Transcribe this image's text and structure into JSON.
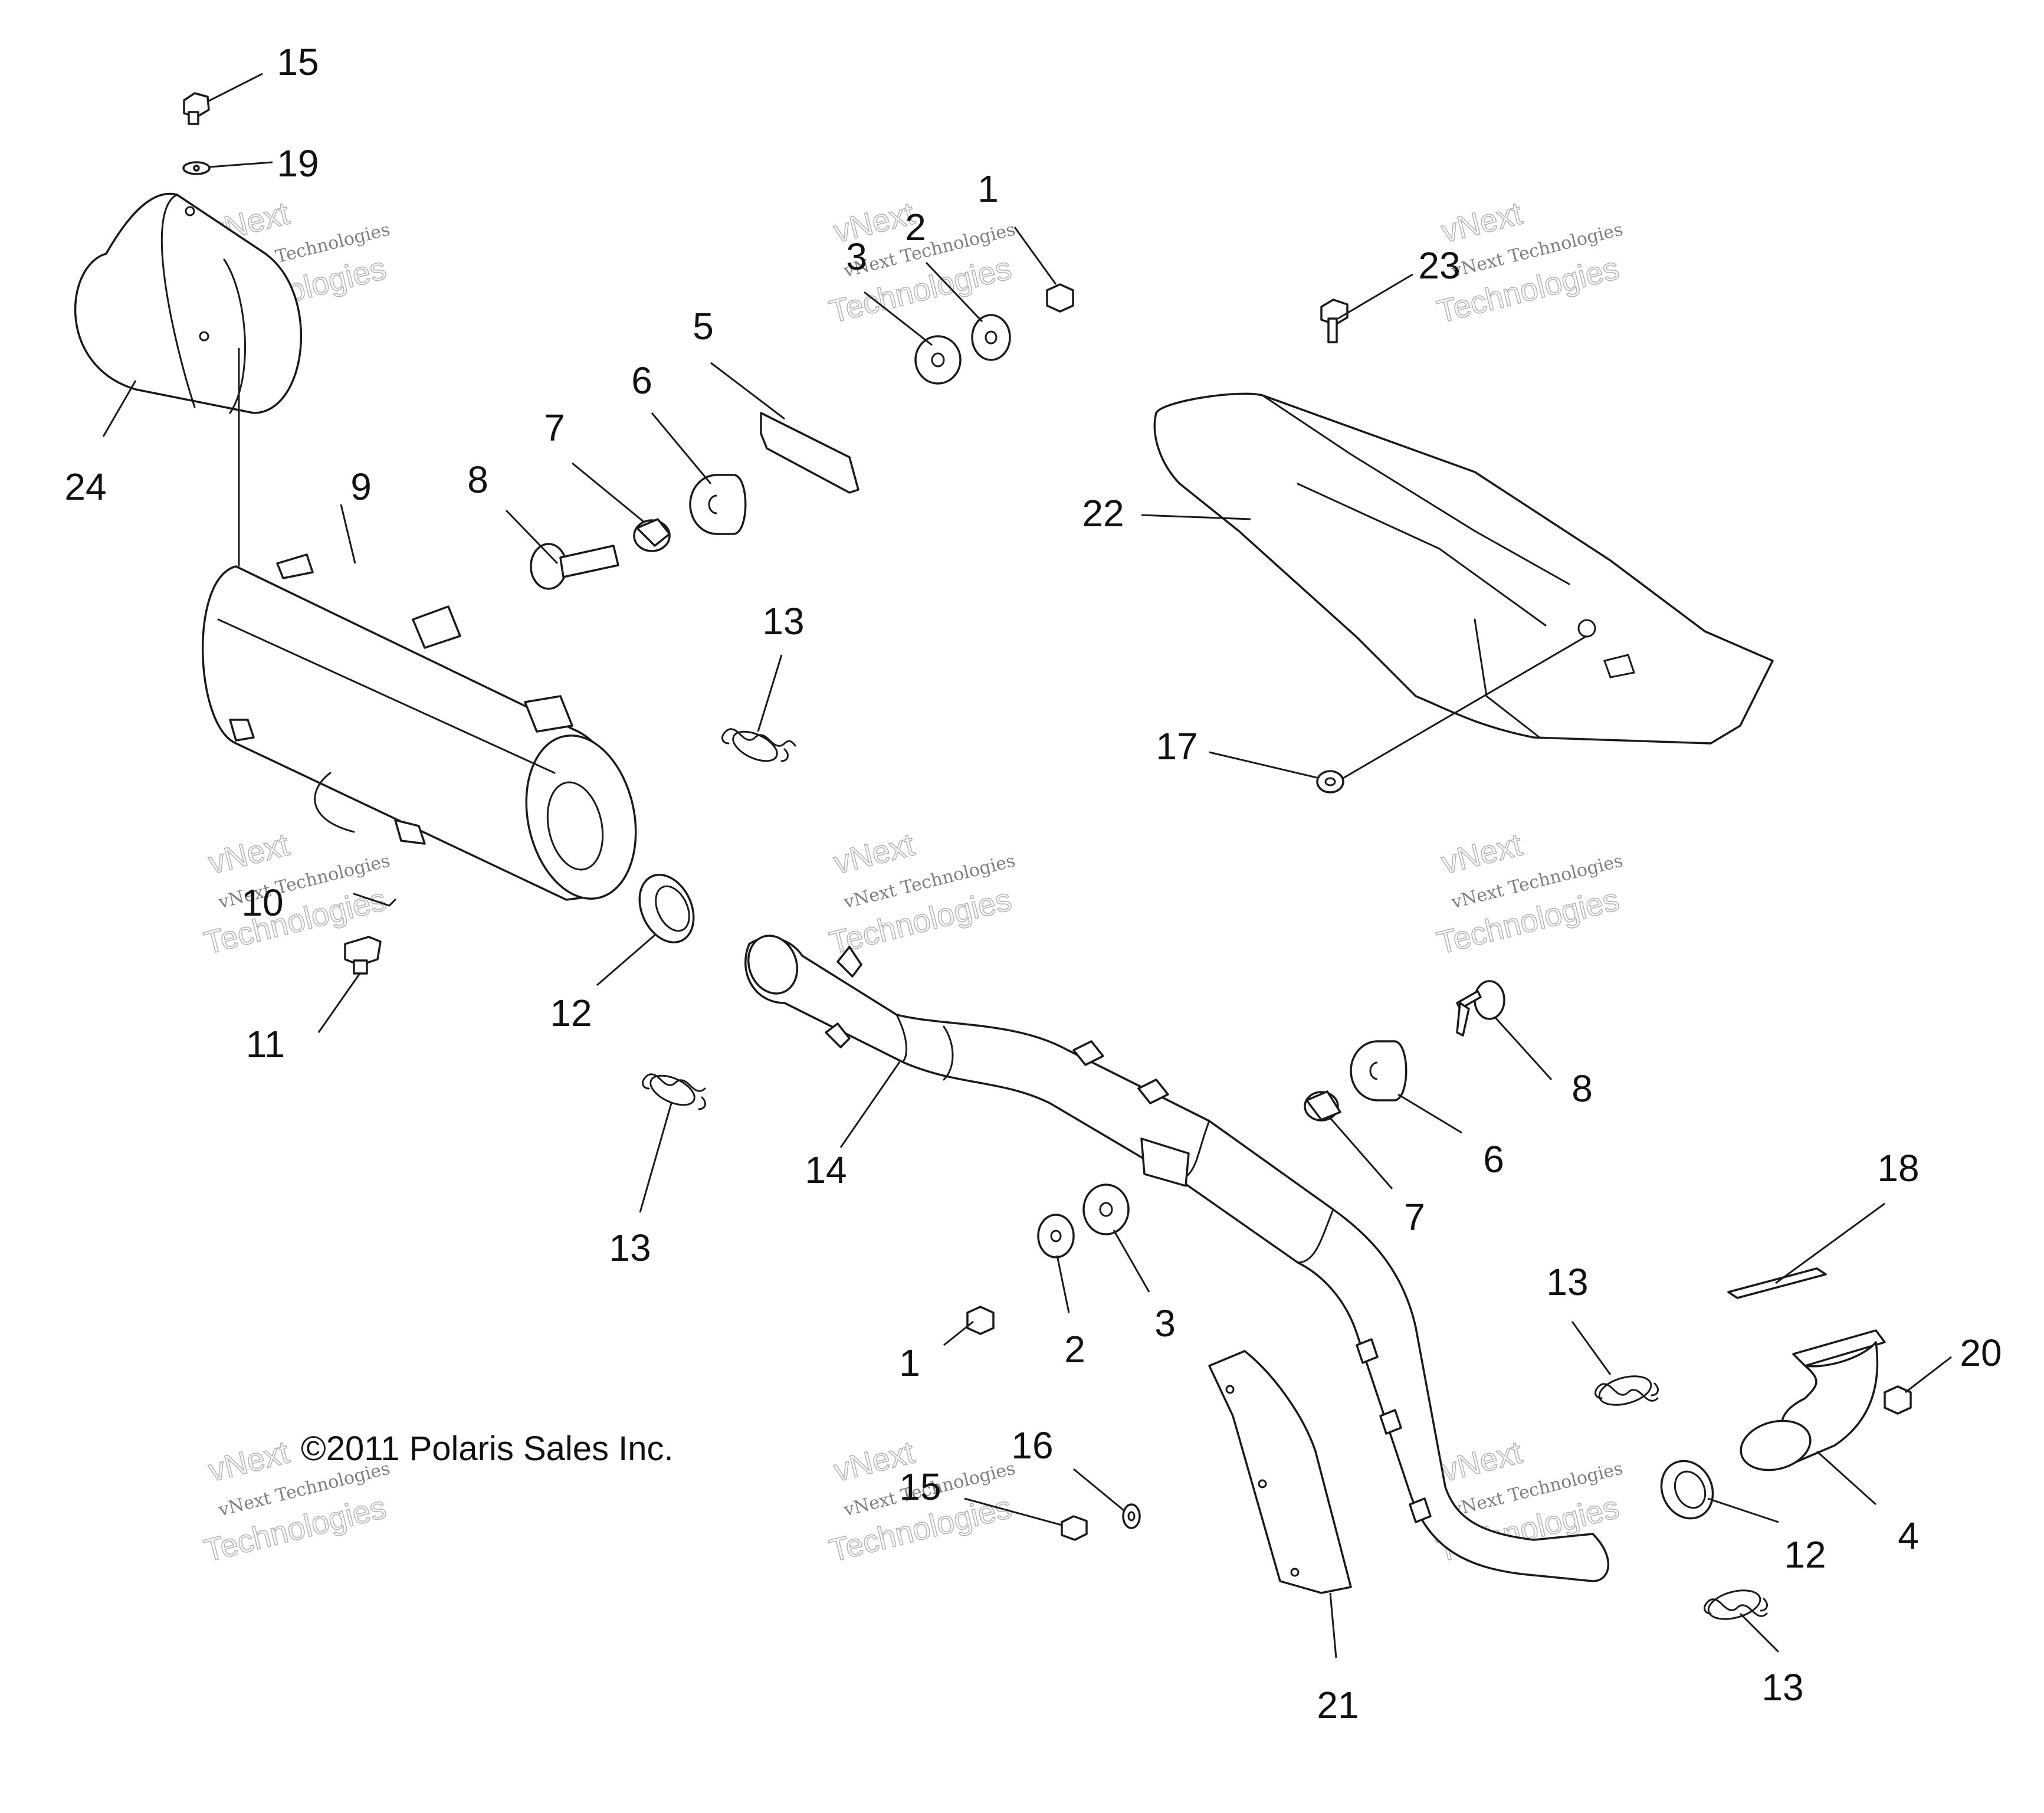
{
  "copyright": "©2011 Polaris Sales Inc.",
  "watermark": {
    "line_top": "vNext",
    "line_mid": "vNext Technologies",
    "line_bottom": "Technologies"
  },
  "callouts": [
    {
      "id": "c15a",
      "label": "15"
    },
    {
      "id": "c19",
      "label": "19"
    },
    {
      "id": "c24",
      "label": "24"
    },
    {
      "id": "c9",
      "label": "9"
    },
    {
      "id": "c8a",
      "label": "8"
    },
    {
      "id": "c7a",
      "label": "7"
    },
    {
      "id": "c6a",
      "label": "6"
    },
    {
      "id": "c5",
      "label": "5"
    },
    {
      "id": "c3a",
      "label": "3"
    },
    {
      "id": "c2a",
      "label": "2"
    },
    {
      "id": "c1a",
      "label": "1"
    },
    {
      "id": "c23",
      "label": "23"
    },
    {
      "id": "c22",
      "label": "22"
    },
    {
      "id": "c17",
      "label": "17"
    },
    {
      "id": "c13a",
      "label": "13"
    },
    {
      "id": "c10",
      "label": "10"
    },
    {
      "id": "c11",
      "label": "11"
    },
    {
      "id": "c12a",
      "label": "12"
    },
    {
      "id": "c13b",
      "label": "13"
    },
    {
      "id": "c14",
      "label": "14"
    },
    {
      "id": "c8b",
      "label": "8"
    },
    {
      "id": "c6b",
      "label": "6"
    },
    {
      "id": "c7b",
      "label": "7"
    },
    {
      "id": "c3b",
      "label": "3"
    },
    {
      "id": "c2b",
      "label": "2"
    },
    {
      "id": "c1b",
      "label": "1"
    },
    {
      "id": "c18",
      "label": "18"
    },
    {
      "id": "c13c",
      "label": "13"
    },
    {
      "id": "c20",
      "label": "20"
    },
    {
      "id": "c4",
      "label": "4"
    },
    {
      "id": "c12b",
      "label": "12"
    },
    {
      "id": "c13d",
      "label": "13"
    },
    {
      "id": "c16",
      "label": "16"
    },
    {
      "id": "c15b",
      "label": "15"
    },
    {
      "id": "c21",
      "label": "21"
    }
  ]
}
